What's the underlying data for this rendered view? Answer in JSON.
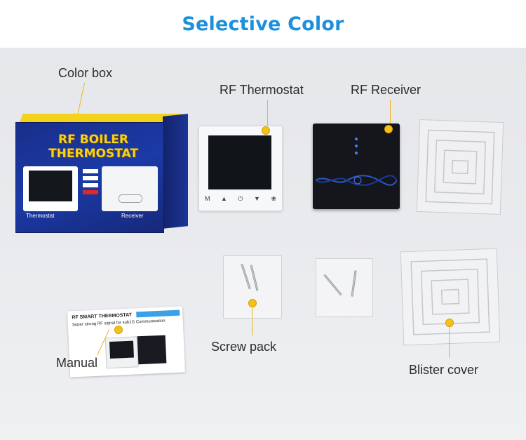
{
  "title": "Selective Color",
  "labels": {
    "color_box": "Color box",
    "rf_thermostat": "RF Thermostat",
    "rf_receiver": "RF Receiver",
    "manual": "Manual",
    "screw_pack": "Screw pack",
    "blister_cover": "Blister cover"
  },
  "box_art": {
    "title_line1": "RF BOILER",
    "title_line2": "THERMOSTAT",
    "left_caption": "Thermostat",
    "right_caption": "Receiver"
  },
  "manual_art": {
    "heading": "RF SMART THERMOSTAT",
    "subheading": "Super strong RF signal for sub1G Communication"
  },
  "colors": {
    "title": "#1d8fdc",
    "leader": "#f0b41a",
    "box_blue": "#1b3aa6",
    "box_yellow": "#f3d21b"
  }
}
